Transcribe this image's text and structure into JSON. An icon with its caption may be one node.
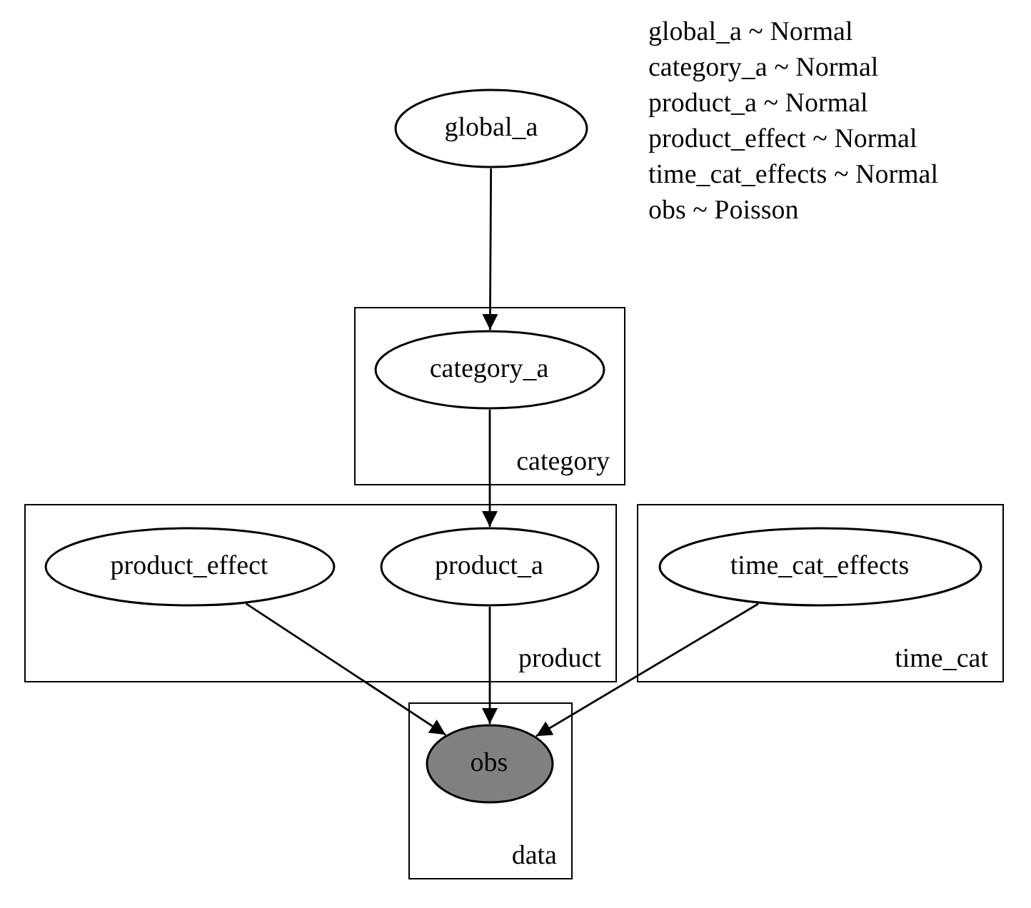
{
  "diagram": {
    "nodes": [
      {
        "text": [
          "global_a"
        ]
      },
      {
        "text": [
          "category"
        ]
      },
      {
        "text": [
          "category_a"
        ],
        "in": 1
      },
      {
        "text": [
          "product"
        ]
      },
      {
        "text": [
          "product_effect"
        ],
        "in": 3
      },
      {
        "text": [
          "product_a"
        ],
        "in": 3
      },
      {
        "text": [
          "time_cat"
        ]
      },
      {
        "text": [
          "time_cat_effects"
        ],
        "in": 6
      },
      {
        "text": [
          "data"
        ]
      },
      {
        "text": [
          "obs"
        ],
        "in": 8
      }
    ],
    "edges": [
      {
        "from": 0,
        "to": 2,
        "arrow": "to"
      },
      {
        "from": 2,
        "to": 5,
        "arrow": "to"
      },
      {
        "from": 4,
        "to": 9,
        "arrow": "to"
      },
      {
        "from": 5,
        "to": 9,
        "arrow": "to"
      },
      {
        "from": 7,
        "to": 9,
        "arrow": "to"
      }
    ],
    "labels": [
      "global_a ~ Normal",
      "category_a ~ Normal",
      "product_a ~ Normal",
      "product_effect ~ Normal",
      "time_cat_effects ~ Normal",
      "obs ~ Poisson"
    ]
  }
}
